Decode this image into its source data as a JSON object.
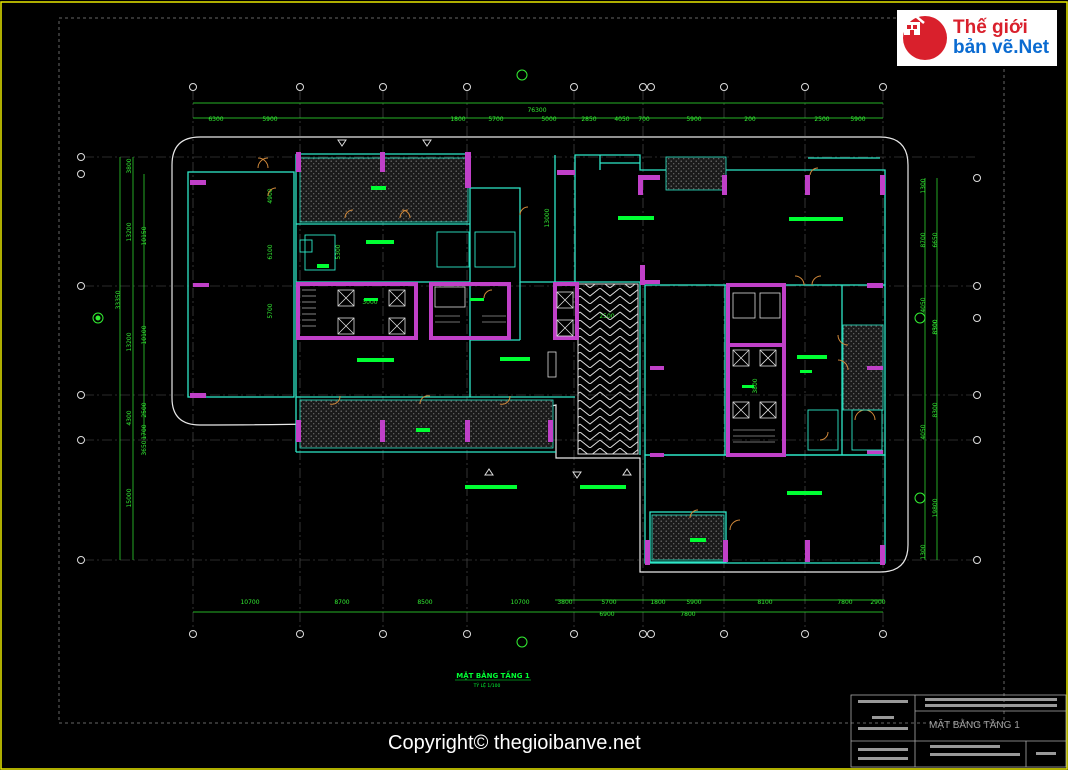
{
  "drawing": {
    "title": "MẶT BẰNG TẦNG 1",
    "scale": "TỶ LỆ 1/100",
    "titleblock_label": "MẶT BẰNG TẦNG 1"
  },
  "logo": {
    "line1": "Thế giới",
    "line2": "bản vẽ.Net",
    "icon": "house-icon"
  },
  "watermark": "Copyright© thegioibanve.net",
  "dimensions": {
    "top_overall": "76300",
    "top_row": [
      "6300",
      "5900",
      "1800",
      "5700",
      "5000",
      "2850",
      "4050",
      "700",
      "5900",
      "200",
      "2500",
      "5900"
    ],
    "bottom_row": [
      "10700",
      "8700",
      "8500",
      "10700",
      "3800",
      "5700",
      "1800",
      "5900",
      "8100",
      "7800",
      "2900"
    ],
    "bottom_sub": [
      "6900",
      "7800"
    ],
    "left_col": [
      "3800",
      "13200",
      "10150",
      "33350",
      "10100",
      "13200",
      "4300",
      "2500",
      "1700",
      "3650",
      "15000"
    ],
    "left_inner": [
      "4900",
      "6100",
      "5700"
    ],
    "right_col": [
      "1300",
      "8700",
      "6650",
      "4050",
      "8300",
      "8500",
      "4050",
      "8300",
      "19800",
      "1300"
    ],
    "interior": [
      "13000",
      "2500",
      "3800",
      "3000",
      "5300"
    ]
  },
  "colors": {
    "background": "#000000",
    "wall": "#2ee8c8",
    "column": "#c040c8",
    "dim": "#33ee33",
    "door": "#d0883a",
    "grid": "#d8d8d8",
    "label": "#00ff33"
  }
}
